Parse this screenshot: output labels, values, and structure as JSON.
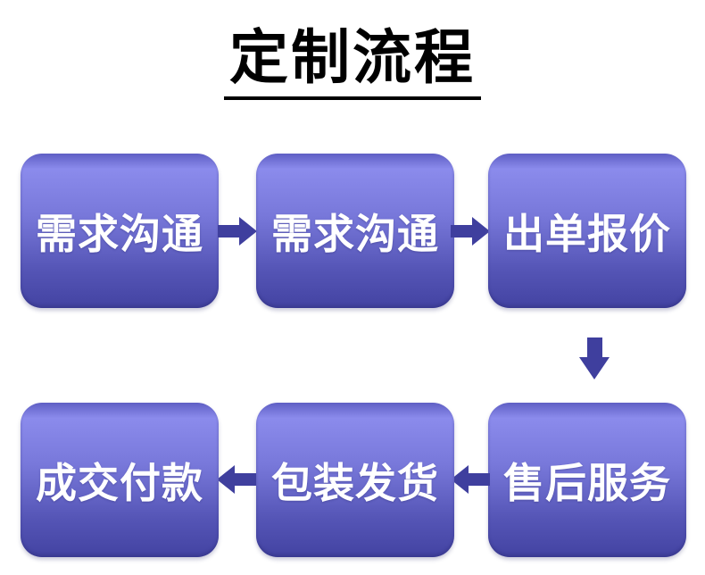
{
  "title": {
    "text": "定制流程"
  },
  "colors": {
    "background": "#ffffff",
    "title": "#000000",
    "boxText": "#ffffff",
    "g1": "#5f5fc4",
    "g2": "#8b8bec",
    "g3": "#7878da",
    "g4": "#5555b6",
    "g5": "#4343a2",
    "arrow": "#3f3f9e"
  },
  "flow": {
    "row1": [
      {
        "label": "需求沟通"
      },
      {
        "label": "需求沟通"
      },
      {
        "label": "出单报价"
      }
    ],
    "row2": [
      {
        "label": "成交付款"
      },
      {
        "label": "包装发货"
      },
      {
        "label": "售后服务"
      }
    ],
    "connectors": [
      {
        "from": "需求沟通",
        "to": "需求沟通",
        "direction": "right"
      },
      {
        "from": "需求沟通",
        "to": "出单报价",
        "direction": "right"
      },
      {
        "from": "出单报价",
        "to": "售后服务",
        "direction": "down"
      },
      {
        "from": "售后服务",
        "to": "包装发货",
        "direction": "left"
      },
      {
        "from": "包装发货",
        "to": "成交付款",
        "direction": "left"
      }
    ]
  }
}
